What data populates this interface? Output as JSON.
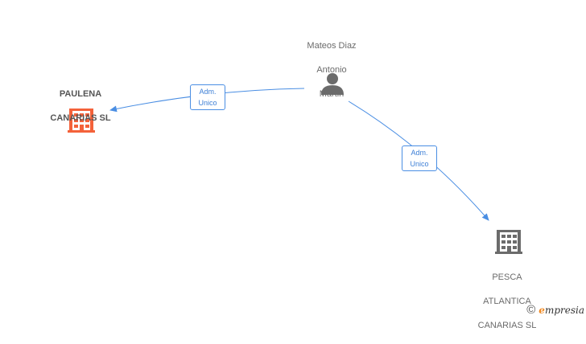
{
  "nodes": {
    "person": {
      "lines": [
        "Mateos Diaz",
        "Antonio",
        "Martin"
      ],
      "type": "person",
      "color": "#6b6b6b"
    },
    "company_main": {
      "lines": [
        "PAULENA",
        "CANARIAS SL"
      ],
      "type": "company",
      "color": "#f4623a"
    },
    "company_other": {
      "lines": [
        "PESCA",
        "ATLANTICA",
        "CANARIAS SL"
      ],
      "type": "company",
      "color": "#6b6b6b"
    }
  },
  "edges": [
    {
      "from": "person",
      "to": "company_main",
      "role_lines": [
        "Adm.",
        "Unico"
      ]
    },
    {
      "from": "person",
      "to": "company_other",
      "role_lines": [
        "Adm.",
        "Unico"
      ]
    }
  ],
  "colors": {
    "edge": "#4a8ee3",
    "edge_text": "#3d7fd6"
  },
  "footer": {
    "copyright": "©",
    "brand_initial": "e",
    "brand_rest": "mpresia"
  }
}
